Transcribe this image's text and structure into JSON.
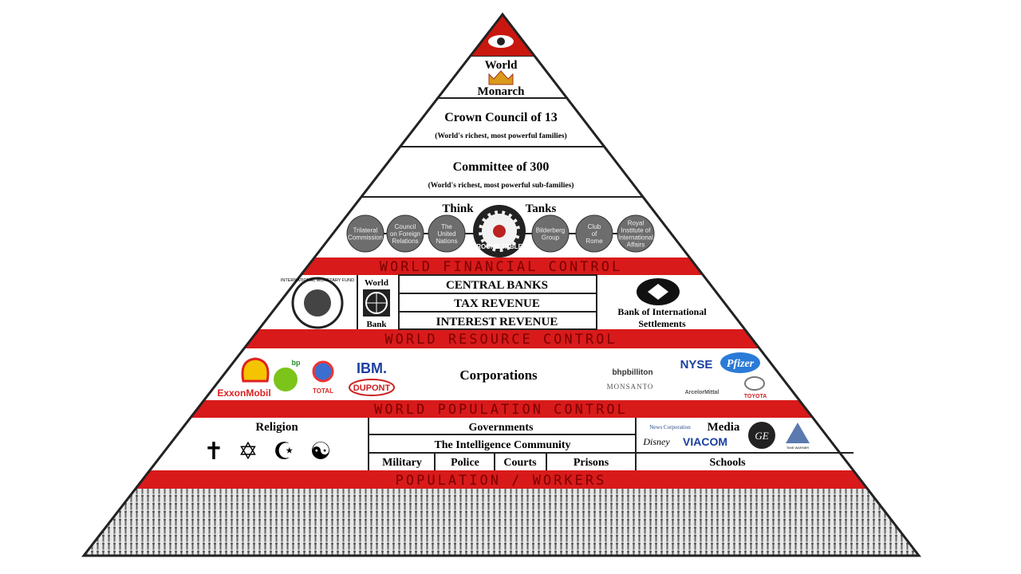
{
  "apex": {
    "label": "World",
    "label2": "Monarch"
  },
  "crown_council": {
    "title": "Crown Council of 13",
    "subtitle": "(World's richest, most powerful families)"
  },
  "committee": {
    "title": "Committee of 300",
    "subtitle": "(World's richest, most powerful sub-families)"
  },
  "think_tanks": {
    "label_left": "Think",
    "label_right": "Tanks",
    "items": [
      [
        "Trilateral",
        "Commission"
      ],
      [
        "Council",
        "on Foreign",
        "Relations"
      ],
      [
        "The",
        "United",
        "Nations"
      ],
      [
        "Bilderberg",
        "Group"
      ],
      [
        "Club",
        "of",
        "Rome"
      ],
      [
        "Royal",
        "Institute of",
        "International",
        "Affairs"
      ]
    ],
    "center": "ROUND TABLE"
  },
  "bands": {
    "financial": "WORLD FINANCIAL CONTROL",
    "resource": "WORLD RESOURCE CONTROL",
    "population": "WORLD POPULATION CONTROL",
    "workers": "POPULATION / WORKERS"
  },
  "financial": {
    "imf": "INTERNATIONAL MONETARY FUND",
    "world_bank_top": "World",
    "world_bank_bottom": "Bank",
    "rows": [
      "CENTRAL BANKS",
      "TAX REVENUE",
      "INTEREST REVENUE"
    ],
    "bis": [
      "Bank of International",
      "Settlements"
    ]
  },
  "corporations": {
    "label": "Corporations",
    "logos": [
      "ExxonMobil",
      "bp",
      "TOTAL",
      "IBM.",
      "DUPONT",
      "bhpbilliton",
      "MONSANTO",
      "NYSE",
      "Pfizer",
      "ArcelorMittal",
      "TOYOTA"
    ]
  },
  "population": {
    "religion": "Religion",
    "governments": "Governments",
    "intelligence": "The Intelligence Community",
    "cells": [
      "Military",
      "Police",
      "Courts",
      "Prisons"
    ],
    "media": "Media",
    "media_logos": [
      "News Corporation",
      "Disney",
      "VIACOM",
      "GE",
      "TIME WARNER"
    ],
    "schools": "Schools"
  },
  "colors": {
    "red": "#d81a1a",
    "dark_red": "#7a0000",
    "gray_circle": "#6d6d6d"
  }
}
